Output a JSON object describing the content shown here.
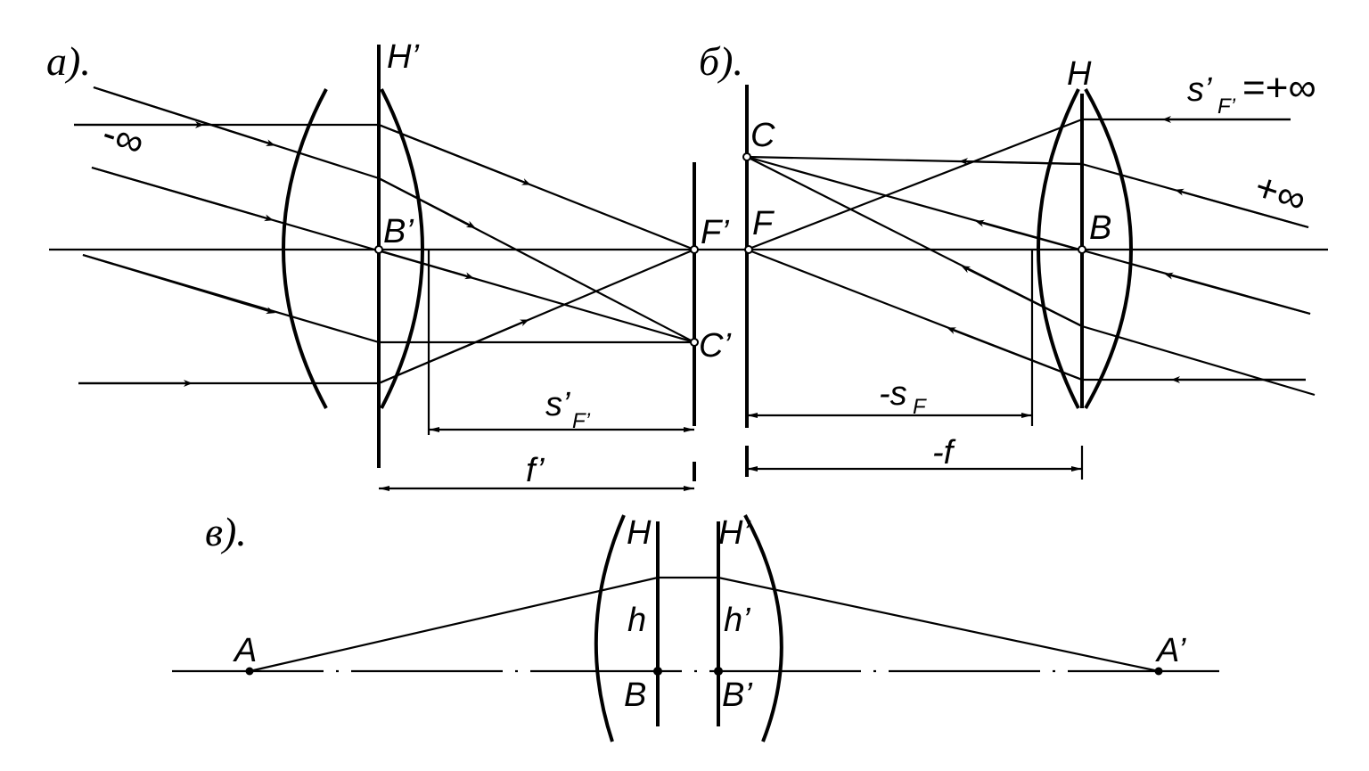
{
  "labels": {
    "part_a": "а).",
    "part_b": "б).",
    "part_c": "в).",
    "H_prime_a": "H’",
    "B_prime_a": "B’",
    "F_prime": "F’",
    "C_prime": "C’",
    "minus_inf": "-∞",
    "s_F_prime_main": "s’",
    "s_F_prime_sub": "F’",
    "f_prime": "f’",
    "C": "C",
    "F": "F",
    "H_b": "H",
    "B_b": "B",
    "s_F_top_main": "s’",
    "s_F_top_sub": "F’",
    "s_F_top_value": "=+∞",
    "plus_inf": "+∞",
    "minus_s_F_main": "-s",
    "minus_s_F_sub": "F",
    "minus_f": "-f",
    "H_c": "H",
    "H_prime_c": "H’",
    "h": "h",
    "h_prime": "h’",
    "B_c": "B",
    "B_prime_c": "B’",
    "A": "A",
    "A_prime": "A’"
  }
}
